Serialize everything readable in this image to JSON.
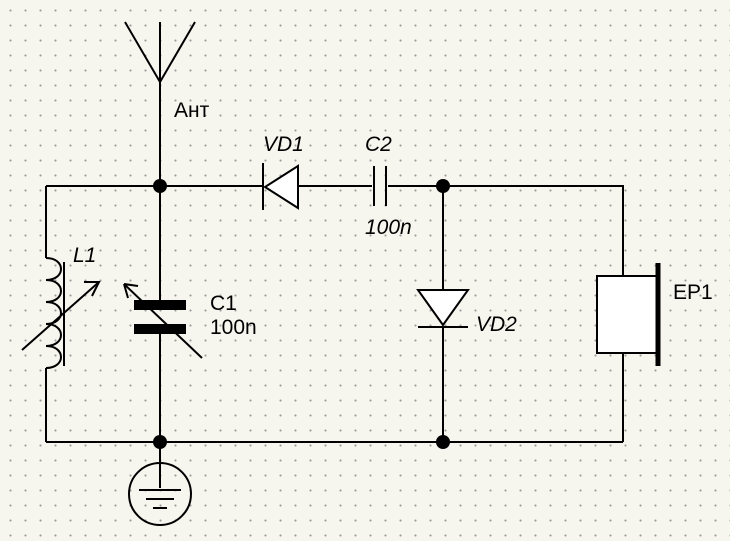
{
  "labels": {
    "antenna": "Ант",
    "vd1": "VD1",
    "c2_name": "C2",
    "c2_value": "100n",
    "l1": "L1",
    "c1_name": "C1",
    "c1_value": "100n",
    "vd2": "VD2",
    "ep1": "EP1"
  },
  "colors": {
    "background": "#f6f6ee",
    "grid_dots": "#9a9a9a",
    "wire": "#000000"
  }
}
